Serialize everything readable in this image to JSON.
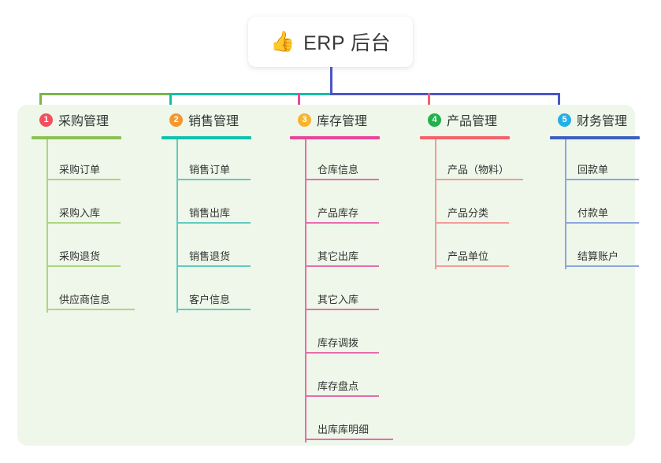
{
  "root": {
    "icon": "thumbs-up-icon",
    "icon_glyph": "👍",
    "title": "ERP 后台"
  },
  "panel": {
    "background_color": "#eef7e9"
  },
  "connector": {
    "segments": [
      {
        "name": "green-segment",
        "color": "#7ab648"
      },
      {
        "name": "teal-segment",
        "color": "#13bfa6"
      },
      {
        "name": "blue-segment",
        "color": "#4a56c6"
      }
    ],
    "drops": [
      {
        "name": "drop-purchasing",
        "color": "#7ab648"
      },
      {
        "name": "drop-sales",
        "color": "#13bfa6"
      },
      {
        "name": "drop-inventory",
        "color": "#e8469b"
      },
      {
        "name": "drop-product",
        "color": "#f4616a"
      },
      {
        "name": "drop-finance",
        "color": "#4a56c6"
      },
      {
        "name": "drop-root",
        "color": "#4a56c6"
      }
    ]
  },
  "columns": [
    {
      "number": "1",
      "title": "采购管理",
      "badge_color": "#f2505e",
      "line_color": "#8cc152",
      "item_line_color": "#aed581",
      "items": [
        {
          "label": "采购订单"
        },
        {
          "label": "采购入库"
        },
        {
          "label": "采购退货"
        },
        {
          "label": "供应商信息"
        }
      ]
    },
    {
      "number": "2",
      "title": "销售管理",
      "badge_color": "#f5962e",
      "line_color": "#11c1ae",
      "item_line_color": "#63c9c0",
      "items": [
        {
          "label": "销售订单"
        },
        {
          "label": "销售出库"
        },
        {
          "label": "销售退货"
        },
        {
          "label": "客户信息"
        }
      ]
    },
    {
      "number": "3",
      "title": "库存管理",
      "badge_color": "#f7b42c",
      "line_color": "#e8459a",
      "item_line_color": "#e86cae",
      "items": [
        {
          "label": "仓库信息"
        },
        {
          "label": "产品库存"
        },
        {
          "label": "其它出库"
        },
        {
          "label": "其它入库"
        },
        {
          "label": "库存调拨"
        },
        {
          "label": "库存盘点"
        },
        {
          "label": "出库库明细"
        }
      ]
    },
    {
      "number": "4",
      "title": "产品管理",
      "badge_color": "#21b24b",
      "line_color": "#f4616a",
      "item_line_color": "#f49a9a",
      "items": [
        {
          "label": "产品（物料）"
        },
        {
          "label": "产品分类"
        },
        {
          "label": "产品单位"
        }
      ]
    },
    {
      "number": "5",
      "title": "财务管理",
      "badge_color": "#23b0e8",
      "line_color": "#3b5fc0",
      "item_line_color": "#8fa5dd",
      "items": [
        {
          "label": "回款单"
        },
        {
          "label": "付款单"
        },
        {
          "label": "结算账户"
        }
      ]
    }
  ]
}
